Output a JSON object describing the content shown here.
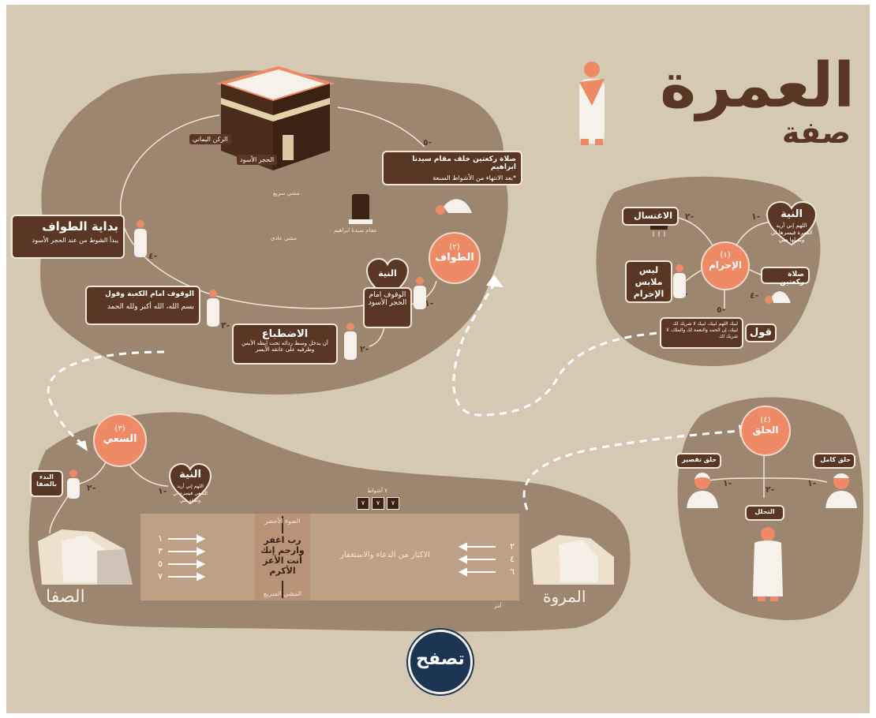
{
  "title": {
    "main": "العمرة",
    "sub": "صفة"
  },
  "tawaf": {
    "step_circle": {
      "number": "(٢)",
      "label": "الطواف"
    },
    "kaaba_labels": {
      "rukn_yamani": "الركن اليماني",
      "hajar": "الحجر الأسود",
      "maqam": "مقام سيدنا ابراهيم"
    },
    "walking_labels": {
      "fast": "مشي سريع",
      "normal": "مشي عادي"
    },
    "steps": [
      {
        "number": "١-",
        "title": "النية",
        "subtitle": "الوقوف امام الحجر الأسود"
      },
      {
        "number": "٢-",
        "title": "الاضطباع",
        "subtitle": "أن يدخل وسط ردائه تحت إبطه الأيمن وطرفيه على عاتقه الأيسر"
      },
      {
        "number": "٣-",
        "title": "الوقوف امام الكعبة وقول",
        "subtitle": "بسم الله، الله أكبر ولله الحمد"
      },
      {
        "number": "٤-",
        "title": "بداية الطواف",
        "subtitle": "يبدأ الشوط من عند الحجر الأسود"
      },
      {
        "number": "٥-",
        "title": "صلاة ركعتين خلف مقام سيدنا ابراهيم",
        "subtitle": "*بعد الانتهاء من الأشواط السبعة"
      }
    ]
  },
  "ihram": {
    "step_circle": {
      "number": "(١)",
      "label": "الإحرام"
    },
    "items": [
      {
        "number": "١-",
        "title": "النية",
        "subtitle": "اللهم إني أريد العمرة فيسرها لي وتقبلها مني"
      },
      {
        "number": "٢-",
        "title": "الاغتسال"
      },
      {
        "number": "٣-",
        "title": "لبس ملابس الإحرام"
      },
      {
        "number": "٤-",
        "title": "صلاة ركعتين"
      },
      {
        "number": "٥-",
        "title": "قول",
        "subtitle": "لبيك اللهم لبيك، لبيك لا شريك لك لبيك، إن الحمد والنعمة لك والملك، لا شريك لك"
      }
    ]
  },
  "sai": {
    "step_circle": {
      "number": "(٣)",
      "label": "السعي"
    },
    "items": [
      {
        "number": "١-",
        "title": "النية",
        "subtitle": "اللهم إني أريد السعي فيسره لي وتقبله مني"
      },
      {
        "number": "٢-",
        "title": "البدء بالصفا"
      }
    ],
    "safa": "الصفا",
    "marwa": "المروة",
    "green_light": "الضوء الأخضر",
    "fast_walk": "المشي السريع",
    "dua_center": "رب اغفر وارحم إنك أنت الأعز الأكرم",
    "dhikr": "الاكثار من الدعاء والاستغفار",
    "lap_numbers_left": [
      "١",
      "٣",
      "٥",
      "٧"
    ],
    "lap_numbers_right": [
      "٢",
      "٤",
      "٦"
    ],
    "count_label": "٧ أشواط",
    "count_icons": [
      "٧",
      "٧",
      "٧"
    ],
    "note": "أمر"
  },
  "halq": {
    "step_circle": {
      "number": "(٤)",
      "label": "الحلق"
    },
    "options": [
      {
        "number": "١-",
        "title": "حلق كامل"
      },
      {
        "number": "١-",
        "title": "حلق تقصير"
      },
      {
        "number": "٢-",
        "title": "التحلل"
      }
    ]
  },
  "logo": {
    "text": "تصفح"
  },
  "colors": {
    "background": "#d6c9b3",
    "blob": "#9c8670",
    "box": "#5a3724",
    "accent": "#ef8a67"
  }
}
